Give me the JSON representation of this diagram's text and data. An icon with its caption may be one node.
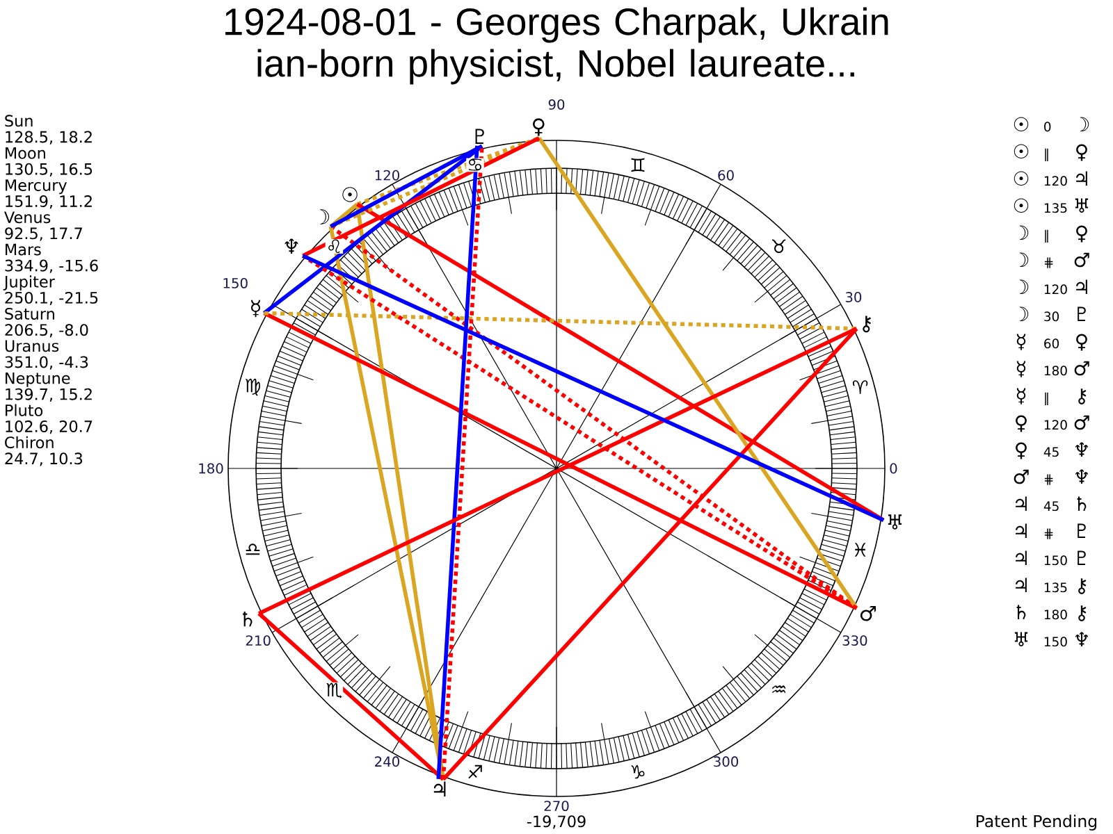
{
  "diagram": {
    "title": "1924-08-01 - Georges Charpak, Ukrain ian-born physicist, Nobel laureate...",
    "nodes": [
      {
        "text": [
          "☉"
        ]
      },
      {
        "text": [
          "☽"
        ]
      },
      {
        "text": [
          "☿"
        ]
      },
      {
        "text": [
          "♀"
        ]
      },
      {
        "text": [
          "♂"
        ]
      },
      {
        "text": [
          "♃"
        ]
      },
      {
        "text": [
          "♄"
        ]
      },
      {
        "text": [
          "♅"
        ]
      },
      {
        "text": [
          "♆"
        ]
      },
      {
        "text": [
          "♇"
        ]
      },
      {
        "text": [
          "⚷"
        ]
      }
    ],
    "edges": [
      {
        "from": 0,
        "to": 1,
        "arrow": "none",
        "color": "#daa520"
      },
      {
        "from": 0,
        "to": 3,
        "arrow": "none",
        "style": "dashed",
        "color": "#daa520"
      },
      {
        "from": 0,
        "to": 5,
        "arrow": "none",
        "color": "#daa520"
      },
      {
        "from": 0,
        "to": 7,
        "arrow": "none"
      },
      {
        "from": 1,
        "to": 3,
        "arrow": "none",
        "style": "dashed",
        "color": "#daa520"
      },
      {
        "from": 1,
        "to": 4,
        "arrow": "none",
        "style": "dashed"
      },
      {
        "from": 1,
        "to": 5,
        "arrow": "none",
        "color": "#daa520"
      },
      {
        "from": 1,
        "to": 9,
        "arrow": "none",
        "color": "#0000ff"
      },
      {
        "from": 2,
        "to": 9,
        "arrow": "none",
        "color": "#0000ff"
      },
      {
        "from": 2,
        "to": 4,
        "arrow": "none"
      },
      {
        "from": 2,
        "to": 10,
        "arrow": "none",
        "style": "dashed",
        "color": "#daa520"
      },
      {
        "from": 3,
        "to": 4,
        "arrow": "none",
        "color": "#daa520"
      },
      {
        "from": 3,
        "to": 8,
        "arrow": "none"
      },
      {
        "from": 4,
        "to": 8,
        "arrow": "none",
        "style": "dashed"
      },
      {
        "from": 5,
        "to": 6,
        "arrow": "none"
      },
      {
        "from": 5,
        "to": 9,
        "arrow": "none",
        "style": "dashed"
      },
      {
        "from": 5,
        "to": 9,
        "arrow": "none",
        "color": "#0000ff"
      },
      {
        "from": 5,
        "to": 10,
        "arrow": "none"
      },
      {
        "from": 6,
        "to": 10,
        "arrow": "none"
      },
      {
        "from": 7,
        "to": 8,
        "arrow": "none",
        "color": "#0000ff"
      }
    ],
    "labels": [
      "Sun",
      "128.5, 18.2",
      "Moon",
      "130.5, 16.5",
      "Mercury",
      "151.9, 11.2",
      "Venus",
      "92.5, 17.7",
      "Mars",
      "334.9, -15.6",
      "Jupiter",
      "250.1, -21.5",
      "Saturn",
      "206.5, -8.0",
      "Uranus",
      "351.0, -4.3",
      "Neptune",
      "139.7, 15.2",
      "Pluto",
      "102.6, 20.7",
      "Chiron",
      "24.7, 10.3",
      "♋",
      "♊",
      "♌",
      "♉",
      "♍",
      "♈",
      "♎",
      "♓",
      "♏",
      "♒",
      "♐",
      "♑",
      "90",
      "120",
      "60",
      "150",
      "30",
      "180",
      "0",
      "210",
      "330",
      "240",
      "300",
      "270",
      "☉",
      "0",
      "☽",
      "☉",
      "∥",
      "♀",
      "☉",
      "120",
      "♃",
      "☉",
      "135",
      "♅",
      "☽",
      "∥",
      "♀",
      "☽",
      "⋕",
      "♂",
      "☽",
      "120",
      "♃",
      "☽",
      "30",
      "♇",
      "☿",
      "60",
      "♀",
      "☿",
      "180",
      "♂",
      "☿",
      "∥",
      "⚷",
      "♀",
      "120",
      "♂",
      "♀",
      "45",
      "♆",
      "♂",
      "⋕",
      "♆",
      "♃",
      "45",
      "♄",
      "♃",
      "⋕",
      "♇",
      "♃",
      "150",
      "♇",
      "♃",
      "135",
      "⚷",
      "♄",
      "180",
      "⚷",
      "♅",
      "150",
      "♆",
      "-19,709",
      "Patent Pending"
    ]
  }
}
